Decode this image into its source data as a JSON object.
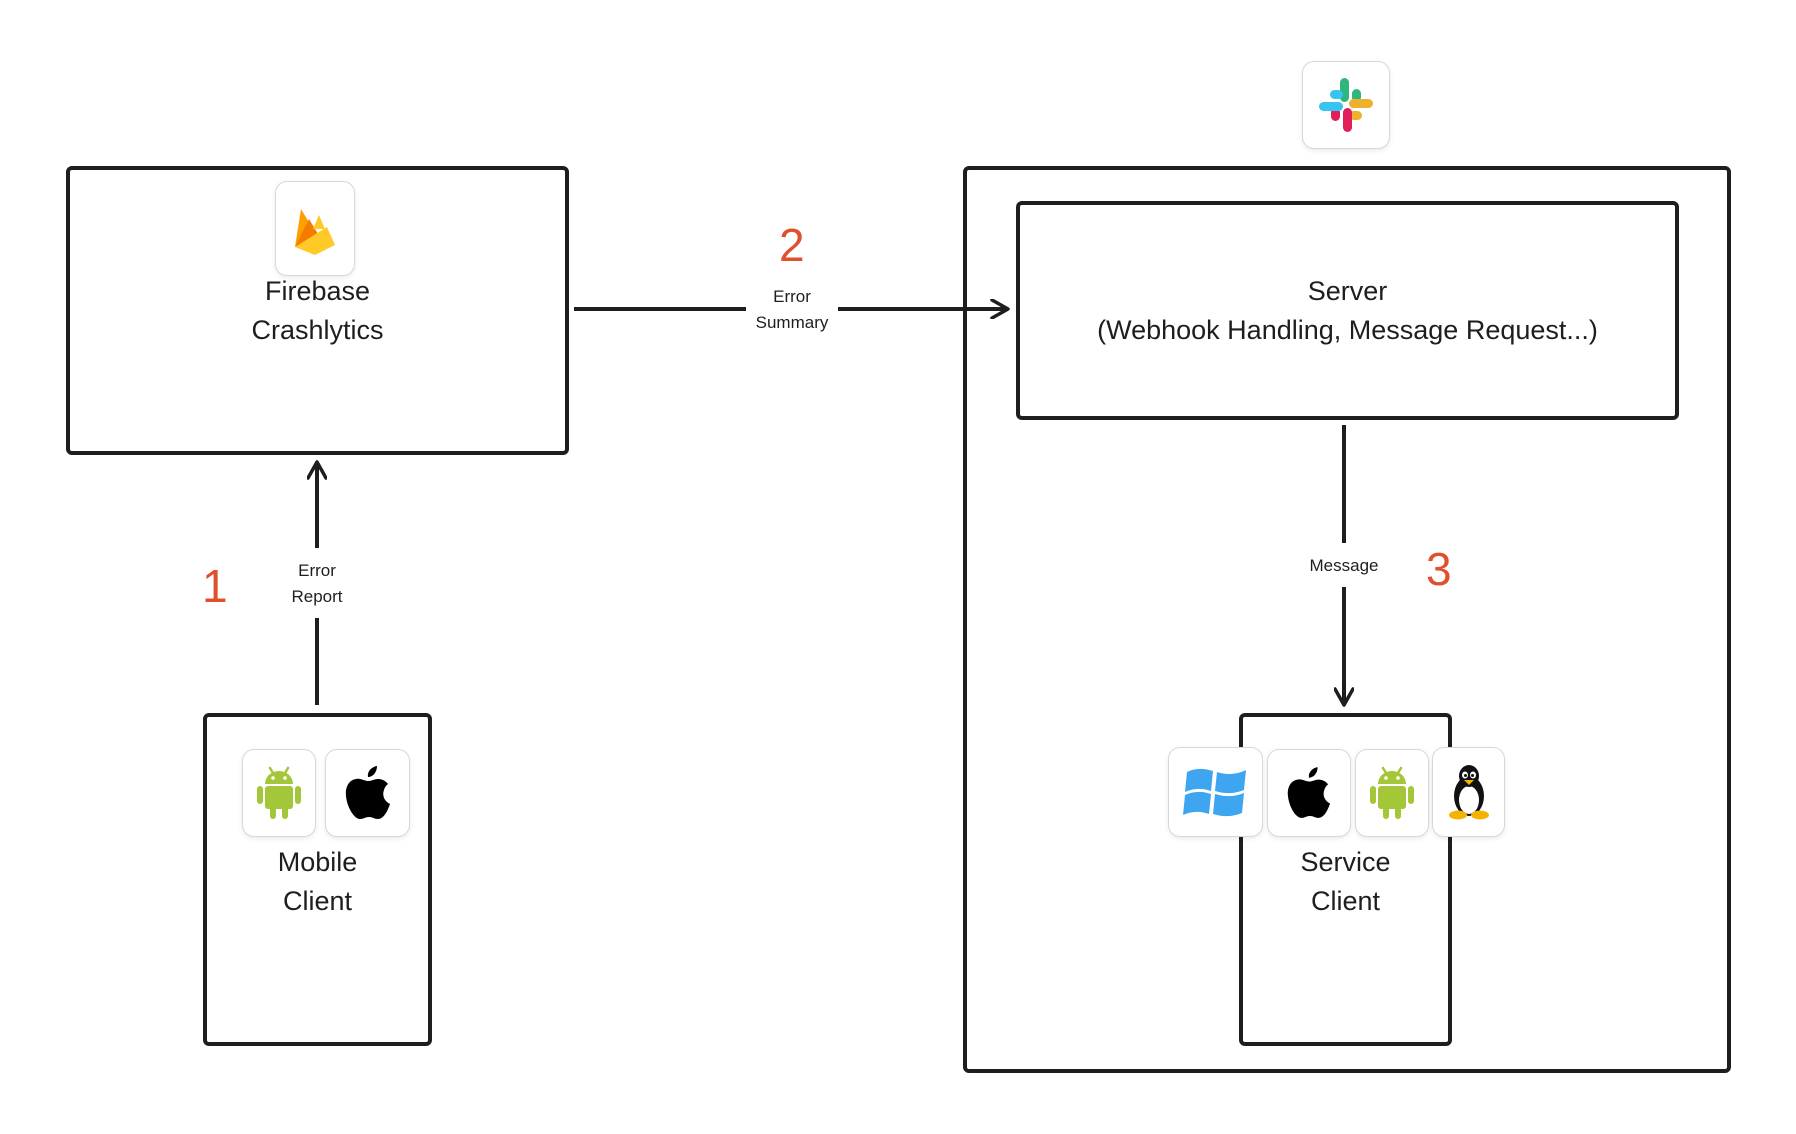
{
  "nodes": {
    "firebase": {
      "line1": "Firebase",
      "line2": "Crashlytics",
      "icon": "firebase-icon"
    },
    "mobile_client": {
      "line1": "Mobile",
      "line2": "Client",
      "icons": [
        "android-icon",
        "apple-icon"
      ]
    },
    "server": {
      "line1": "Server",
      "line2": "(Webhook Handling, Message Request...)"
    },
    "service_client": {
      "line1": "Service",
      "line2": "Client",
      "icons": [
        "windows-icon",
        "apple-icon",
        "android-icon",
        "linux-icon"
      ]
    },
    "slack": {
      "icon": "slack-icon"
    }
  },
  "edges": {
    "error_report": {
      "step": "1",
      "line1": "Error",
      "line2": "Report"
    },
    "error_summary": {
      "step": "2",
      "line1": "Error",
      "line2": "Summary"
    },
    "message": {
      "step": "3",
      "label": "Message"
    }
  },
  "colors": {
    "stroke": "#1e1e1e",
    "step_number": "#e0502e",
    "android": "#a4c639",
    "firebase_amber": "#ffca28",
    "firebase_orange": "#f57c00",
    "windows": "#3ea6f0",
    "slack_blue": "#36c5f0",
    "slack_green": "#2eb67d",
    "slack_yellow": "#ecb22e",
    "slack_red": "#e01e5a"
  }
}
